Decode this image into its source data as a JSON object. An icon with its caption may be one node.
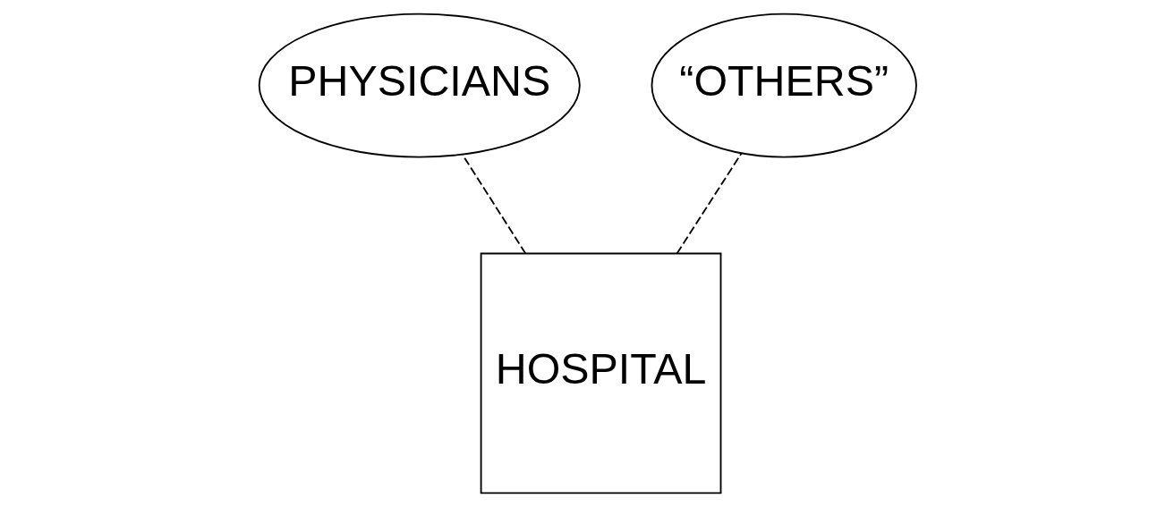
{
  "diagram": {
    "nodes": [
      {
        "text": [
          "PHYSICIANS"
        ]
      },
      {
        "text": [
          "“OTHERS”"
        ]
      },
      {
        "text": [
          "HOSPITAL"
        ]
      }
    ],
    "edges": [
      {
        "from": 2,
        "to": 0,
        "arrow": "none",
        "style": "dashed"
      },
      {
        "from": 2,
        "to": 1,
        "arrow": "none",
        "style": "dashed"
      }
    ]
  }
}
